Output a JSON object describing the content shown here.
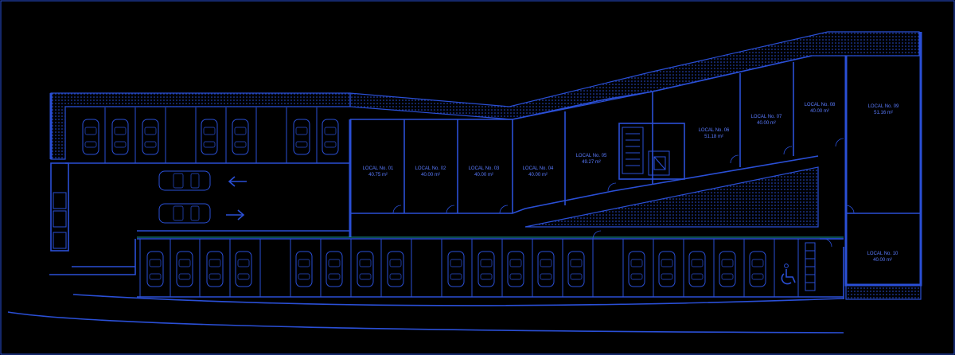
{
  "plan": {
    "colors": {
      "background": "#000000",
      "line": "#2a4fd6",
      "text": "#5a7bff",
      "accent": "#1a9a9a"
    },
    "units": [
      {
        "id": "local-01",
        "name": "LOCAL No. 01",
        "area": "40.75 m²"
      },
      {
        "id": "local-02",
        "name": "LOCAL No. 02",
        "area": "40.00 m²"
      },
      {
        "id": "local-03",
        "name": "LOCAL No. 03",
        "area": "40.00 m²"
      },
      {
        "id": "local-04",
        "name": "LOCAL No. 04",
        "area": "40.00 m²"
      },
      {
        "id": "local-05",
        "name": "LOCAL No. 05",
        "area": "49.27 m²"
      },
      {
        "id": "local-06",
        "name": "LOCAL No. 06",
        "area": "51.18 m²"
      },
      {
        "id": "local-07",
        "name": "LOCAL No. 07",
        "area": "40.00 m²"
      },
      {
        "id": "local-08",
        "name": "LOCAL No. 08",
        "area": "40.00 m²"
      },
      {
        "id": "local-09",
        "name": "LOCAL No. 09",
        "area": "51.16 m²"
      },
      {
        "id": "local-10",
        "name": "LOCAL No. 10",
        "area": "40.00 m²"
      }
    ],
    "icons": {
      "arrow_left": "arrow-left-icon",
      "arrow_right": "arrow-right-icon",
      "wheelchair": "wheelchair-accessible-icon",
      "stairs": "stairs-icon",
      "elevator": "elevator-icon"
    }
  }
}
